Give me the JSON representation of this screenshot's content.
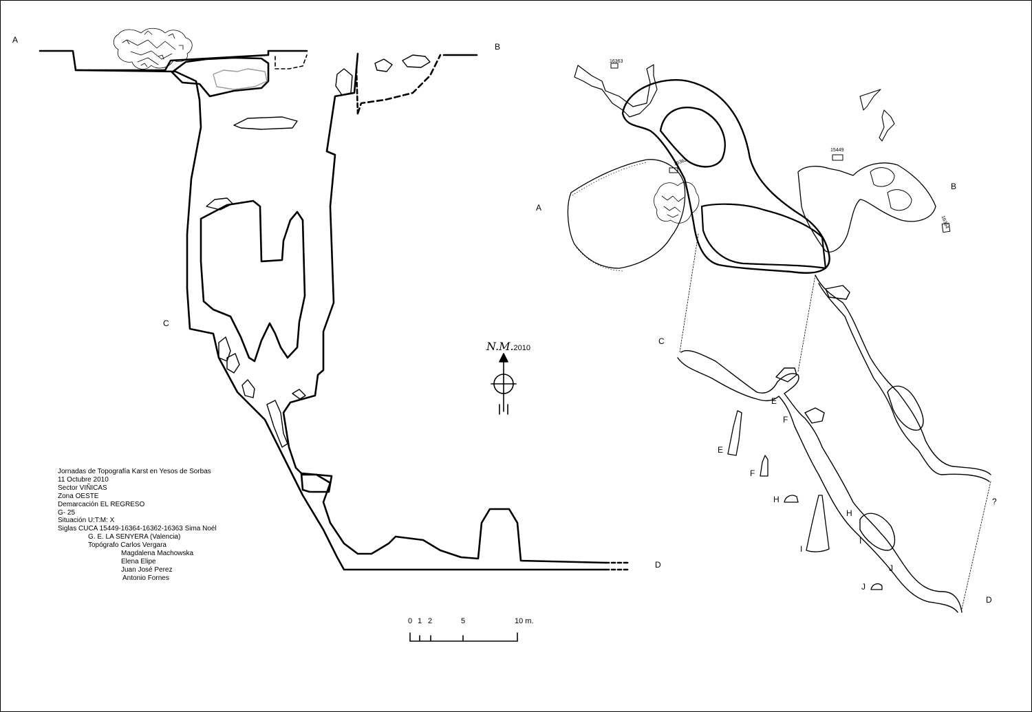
{
  "profile_labels": {
    "a": "A",
    "b": "B",
    "c": "C",
    "d": "D"
  },
  "plan_labels": {
    "a": "A",
    "b": "B",
    "c": "C",
    "d": "D",
    "e": "E",
    "f": "F",
    "h": "H",
    "i": "I",
    "j": "J",
    "question": "?"
  },
  "section_labels": {
    "e": "E",
    "f": "F",
    "h": "H",
    "i": "I",
    "j": "J"
  },
  "survey_markers": [
    "16363",
    "16362",
    "15449",
    "16364"
  ],
  "north": {
    "initials": "N.M.",
    "year": "2010"
  },
  "scale": {
    "ticks": [
      "0",
      "1",
      "2",
      "5",
      "10 m."
    ]
  },
  "legend": {
    "line1": "Jornadas de Topografía Karst en Yesos de Sorbas",
    "line2": "11 Octubre 2010",
    "line3": "Sector VIÑICAS",
    "line4": "Zona OESTE",
    "line5": "Demarcación EL REGRESO",
    "line6": "G- 25",
    "line7": "Situación U:T:M: X",
    "line8": "Siglas CUCA 15449-16364-16362-16363 Sima Noél",
    "line9": "G. E. LA SENYERA (Valencia)",
    "line10": "Topógrafo Carlos Vergara",
    "line11": "Magdalena Machowska",
    "line12": "Elena Elipe",
    "line13": "Juan José Perez",
    "line14": "Antonio Fornes"
  }
}
